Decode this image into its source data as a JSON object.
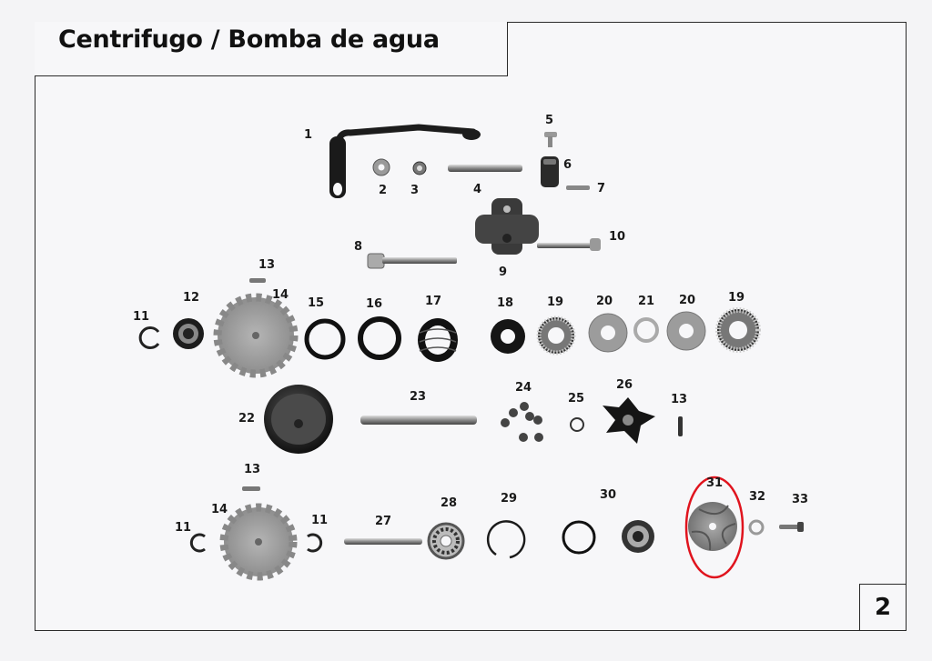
{
  "title": "Centrifugo / Bomba de agua",
  "page_number": "2",
  "labels": {
    "p1": "1",
    "p2": "2",
    "p3": "3",
    "p4": "4",
    "p5": "5",
    "p6": "6",
    "p7": "7",
    "p8": "8",
    "p9": "9",
    "p10": "10",
    "p11a": "11",
    "p12": "12",
    "p13a": "13",
    "p14a": "14",
    "p15": "15",
    "p16": "16",
    "p17": "17",
    "p18": "18",
    "p19a": "19",
    "p20a": "20",
    "p21": "21",
    "p20b": "20",
    "p19b": "19",
    "p22": "22",
    "p23": "23",
    "p24": "24",
    "p25": "25",
    "p26": "26",
    "p13b": "13",
    "p13c": "13",
    "p14b": "14",
    "p11b": "11",
    "p11c": "11",
    "p27": "27",
    "p28": "28",
    "p29": "29",
    "p30": "30",
    "p31": "31",
    "p32": "32",
    "p33": "33"
  },
  "highlight": {
    "part": "31",
    "color": "#e0141e"
  }
}
